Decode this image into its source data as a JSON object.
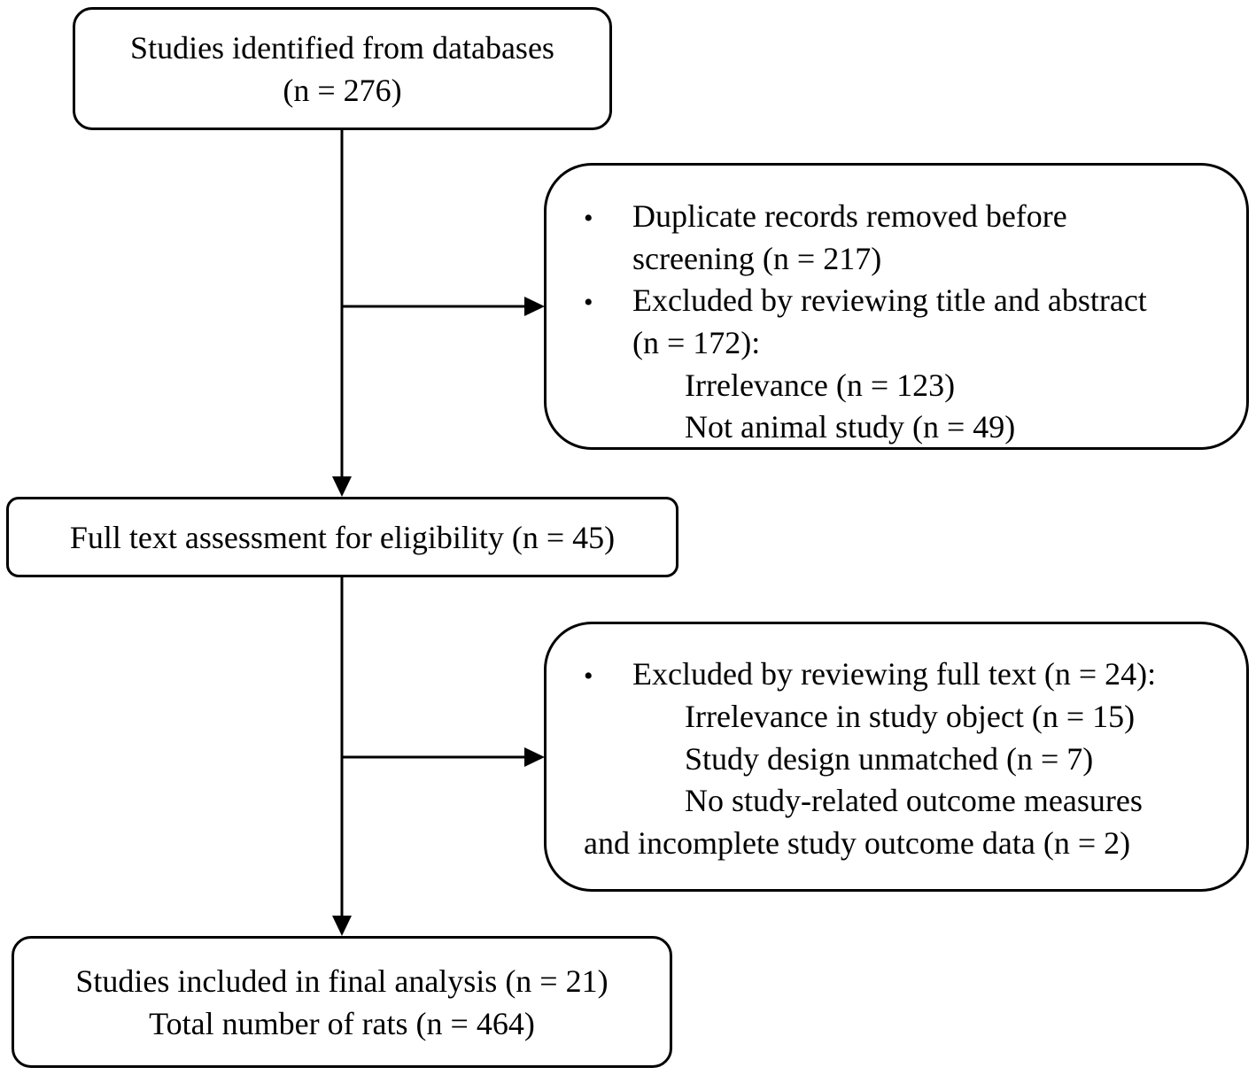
{
  "identified": {
    "line1": "Studies identified from databases",
    "line2": "(n = 276)"
  },
  "exclusion_1": {
    "bullet": "•",
    "item1_line1": "Duplicate records removed before",
    "item1_line2": "screening (n = 217)",
    "item2_line1": "Excluded by reviewing title and abstract",
    "item2_line2": "(n = 172):",
    "sub1": "Irrelevance (n = 123)",
    "sub2": "Not animal study (n = 49)"
  },
  "full_text": {
    "line1": "Full text assessment for eligibility (n = 45)"
  },
  "exclusion_2": {
    "bullet": "•",
    "item1": "Excluded by reviewing full text (n = 24):",
    "sub1": "Irrelevance in study object (n = 15)",
    "sub2": "Study design unmatched (n = 7)",
    "sub3_line1": "No study-related outcome measures",
    "sub3_line2": "and incomplete study outcome data (n = 2)"
  },
  "included": {
    "line1": "Studies included in final analysis (n = 21)",
    "line2": "Total number of rats (n = 464)"
  }
}
